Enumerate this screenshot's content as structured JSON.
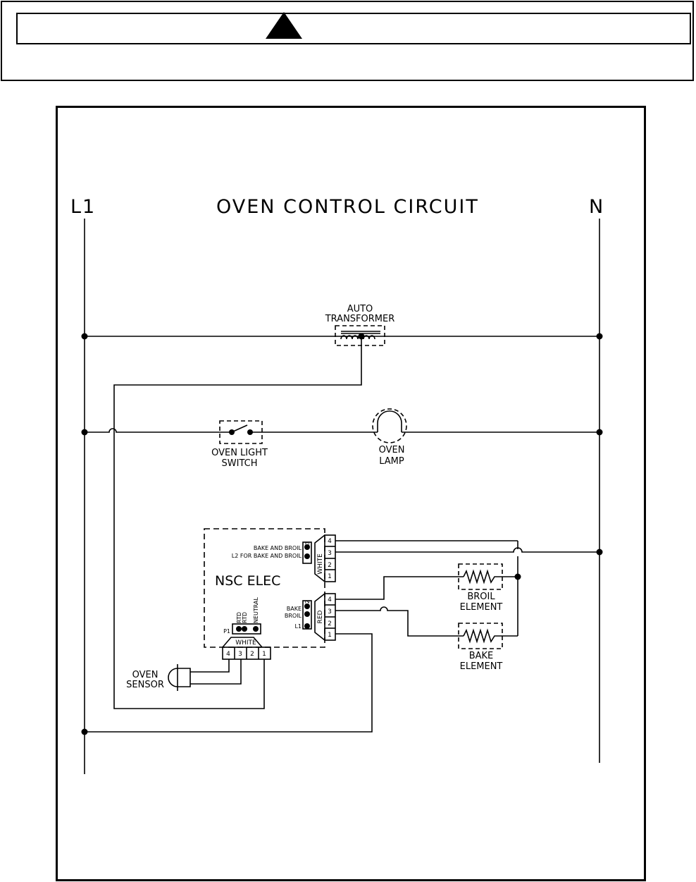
{
  "warning": {
    "icon": "warning-triangle-icon"
  },
  "diagram": {
    "title": "OVEN CONTROL CIRCUIT",
    "line_label": "L1",
    "neutral_label": "N",
    "auto_transformer": [
      "AUTO",
      "TRANSFORMER"
    ],
    "oven_light_switch": [
      "OVEN LIGHT",
      "SWITCH"
    ],
    "oven_lamp": [
      "OVEN",
      "LAMP"
    ],
    "control_name": "NSC ELEC",
    "p3": {
      "name": "P3",
      "color": "WHITE",
      "labels": [
        "BAKE AND BROIL",
        "L2 FOR BAKE AND BROIL"
      ],
      "pins": [
        "4",
        "3",
        "2",
        "1"
      ]
    },
    "p2": {
      "name": "P2",
      "color": "RED",
      "labels": [
        "BAKE",
        "BROIL",
        "L1"
      ],
      "pins": [
        "4",
        "3",
        "2",
        "1"
      ]
    },
    "p1": {
      "name": "P1",
      "color": "WHITE",
      "labels": [
        "RTD",
        "RTD",
        "NEUTRAL"
      ],
      "pins": [
        "4",
        "3",
        "2",
        "1"
      ]
    },
    "broil_element": [
      "BROIL",
      "ELEMENT"
    ],
    "bake_element": [
      "BAKE",
      "ELEMENT"
    ],
    "oven_sensor": [
      "OVEN",
      "SENSOR"
    ]
  }
}
